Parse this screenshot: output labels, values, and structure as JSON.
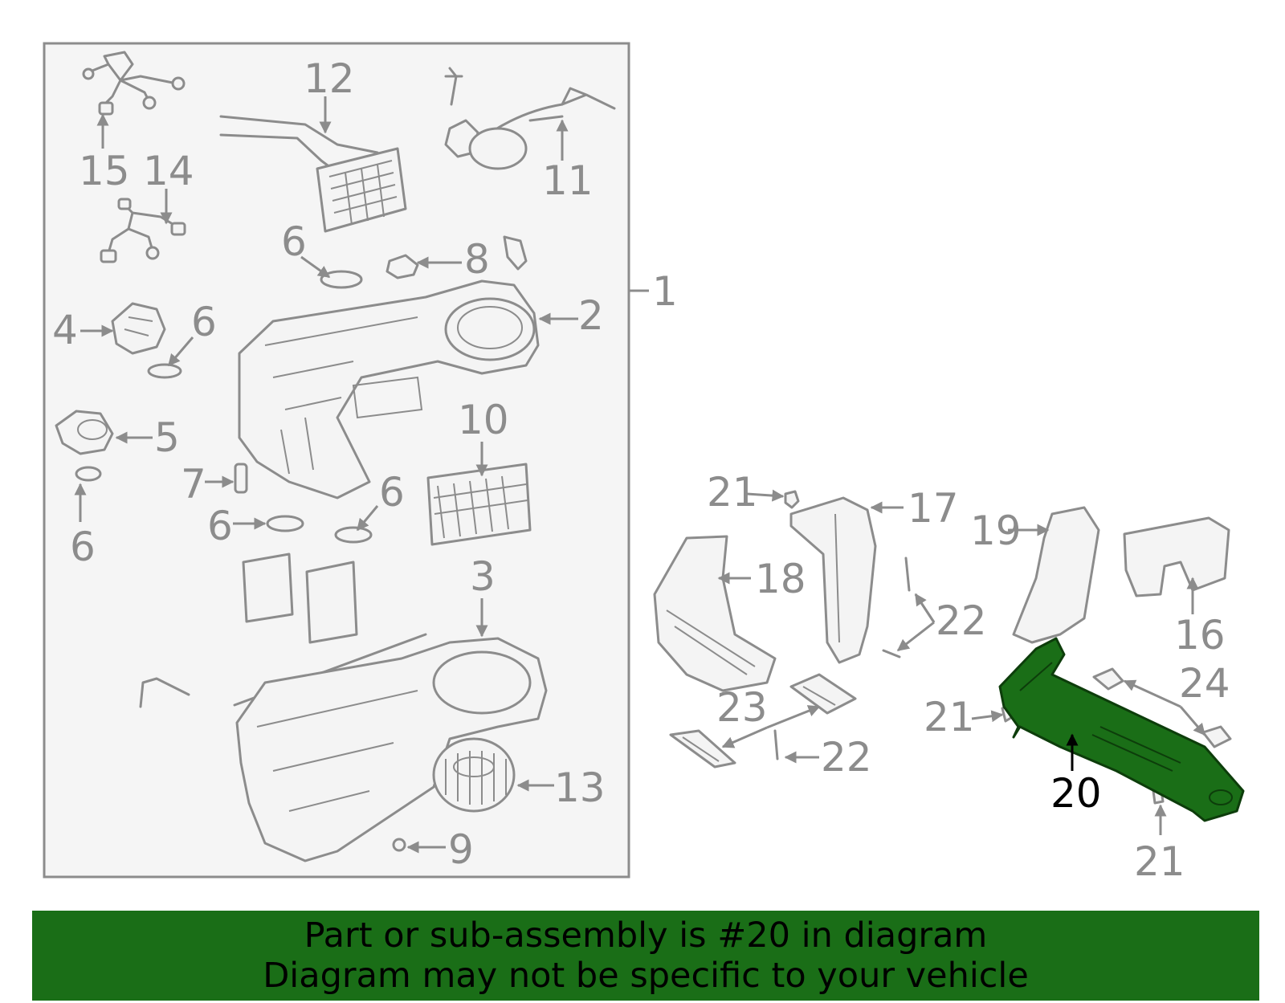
{
  "colors": {
    "background": "#ffffff",
    "line": "#8c8c8c",
    "highlight_fill": "#1a6e17",
    "highlight_label": "#000000",
    "banner": "#1a6e17",
    "group_box_fill": "#f5f5f5"
  },
  "highlighted_part": "20",
  "callouts": [
    {
      "id": "c1",
      "text": "1"
    },
    {
      "id": "c2",
      "text": "2"
    },
    {
      "id": "c3",
      "text": "3"
    },
    {
      "id": "c4",
      "text": "4"
    },
    {
      "id": "c5",
      "text": "5"
    },
    {
      "id": "c6a",
      "text": "6"
    },
    {
      "id": "c6b",
      "text": "6"
    },
    {
      "id": "c6c",
      "text": "6"
    },
    {
      "id": "c6d",
      "text": "6"
    },
    {
      "id": "c6e",
      "text": "6"
    },
    {
      "id": "c7",
      "text": "7"
    },
    {
      "id": "c8",
      "text": "8"
    },
    {
      "id": "c9",
      "text": "9"
    },
    {
      "id": "c10",
      "text": "10"
    },
    {
      "id": "c11",
      "text": "11"
    },
    {
      "id": "c12",
      "text": "12"
    },
    {
      "id": "c13",
      "text": "13"
    },
    {
      "id": "c14",
      "text": "14"
    },
    {
      "id": "c15",
      "text": "15"
    },
    {
      "id": "c16",
      "text": "16"
    },
    {
      "id": "c17",
      "text": "17"
    },
    {
      "id": "c18",
      "text": "18"
    },
    {
      "id": "c19",
      "text": "19"
    },
    {
      "id": "c20",
      "text": "20"
    },
    {
      "id": "c21a",
      "text": "21"
    },
    {
      "id": "c21b",
      "text": "21"
    },
    {
      "id": "c21c",
      "text": "21"
    },
    {
      "id": "c22a",
      "text": "22"
    },
    {
      "id": "c22b",
      "text": "22"
    },
    {
      "id": "c23",
      "text": "23"
    },
    {
      "id": "c24",
      "text": "24"
    }
  ],
  "banner": {
    "line1": "Part or sub-assembly is #20 in diagram",
    "line2": "Diagram may not be specific to your vehicle"
  }
}
